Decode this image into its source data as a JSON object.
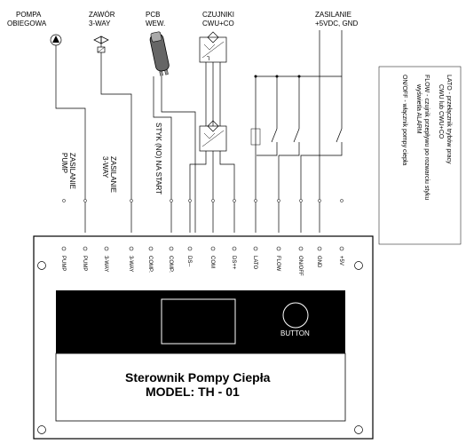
{
  "top_labels": {
    "pump": [
      "POMPA",
      "OBIEGOWA"
    ],
    "valve": [
      "ZAWÓR",
      "3-WAY"
    ],
    "pcb": [
      "PCB",
      "WEW."
    ],
    "sensors": [
      "CZUJNIKI",
      "CWU+CO"
    ],
    "power": [
      "ZASILANIE",
      "+5VDC, GND"
    ]
  },
  "vertical_labels": {
    "pump_supply": [
      "ZASILANIE",
      "PUMP"
    ],
    "valve_supply": [
      "ZASILANIE",
      "3-WAY"
    ],
    "start_contact": "STYK (NO) NA START"
  },
  "legend": {
    "lato": [
      "LATO - przełącznik trybów pracy",
      "CWU lub CWU+CO"
    ],
    "flow": [
      "FLOW - czujnik przepływu po rozwarciu styku",
      "wyświetla ALARM"
    ],
    "onoff": "ON/OFF - włącznik pompy ciepła"
  },
  "terminals": [
    "PUMP",
    "PUMP",
    "3-WAY",
    "3-WAY",
    "COMP.",
    "COMP.",
    "DS--",
    "COM",
    "DS++",
    "LATO",
    "FLOW",
    "ON/OFF",
    "GND",
    "+5V"
  ],
  "button_label": "BUTTON",
  "title": {
    "line1": "Sterownik Pompy Ciepła",
    "line2": "MODEL: TH - 01"
  }
}
